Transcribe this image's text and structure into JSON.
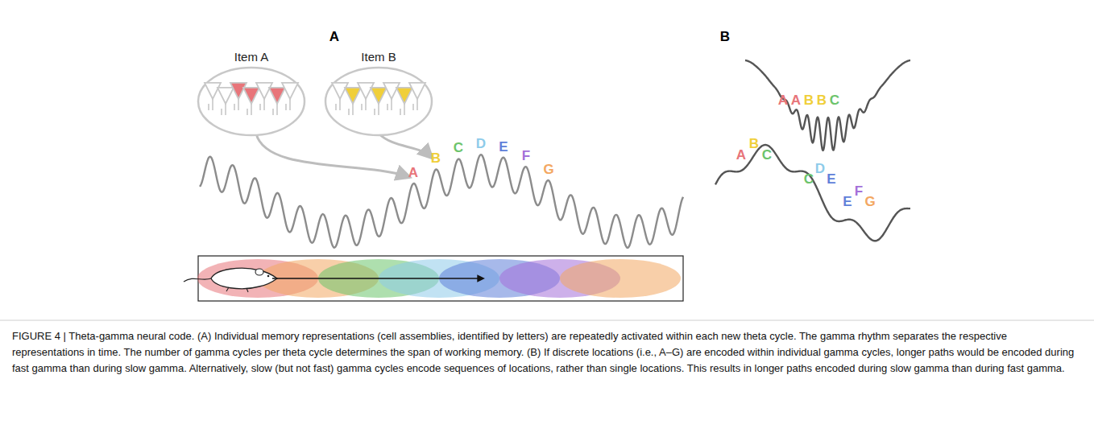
{
  "diagram": {
    "caption": "FIGURE 4 | Theta-gamma neural code. (A) Individual memory representations (cell assemblies, identified by letters) are repeatedly activated within each new theta cycle. The gamma rhythm separates the respective representations in time. The number of gamma cycles per theta cycle determines the span of working memory. (B) If discrete locations (i.e., A–G) are encoded within individual gamma cycles, longer paths would be encoded during fast gamma than during slow gamma. Alternatively, slow (but not fast) gamma cycles encode sequences of locations, rather than single locations. This results in longer paths encoded during slow gamma than during fast gamma.",
    "nodes": [
      {
        "text": [
          "Item A"
        ]
      },
      {
        "text": [
          "Item B"
        ]
      }
    ],
    "labels": [
      "A",
      "B",
      "A",
      "B",
      "C",
      "D",
      "E",
      "F",
      "G",
      "A",
      "A",
      "B",
      "B",
      "C",
      "A",
      "B",
      "C",
      "C",
      "D",
      "E",
      "E",
      "F",
      "G"
    ]
  }
}
